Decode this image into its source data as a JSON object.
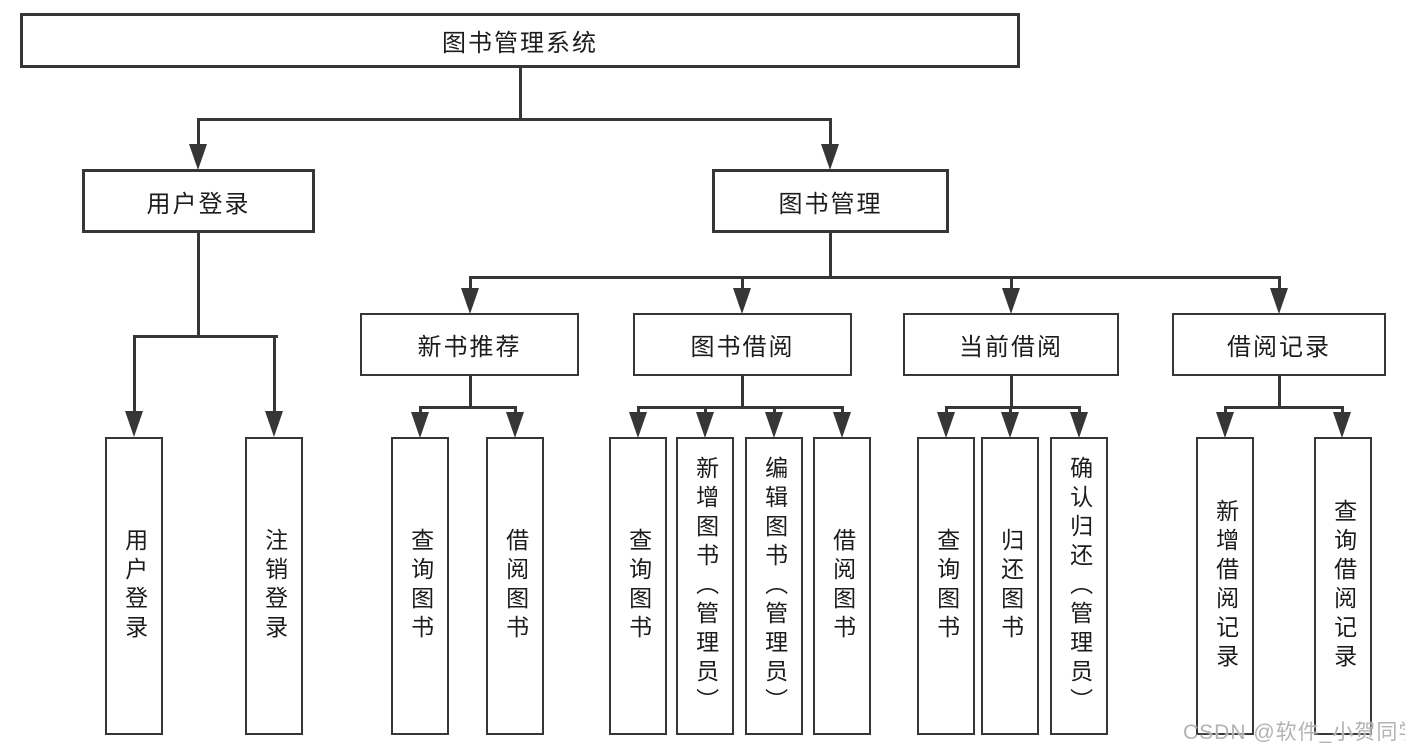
{
  "diagram": {
    "root": {
      "label": "图书管理系统"
    },
    "branches": [
      {
        "label": "用户登录",
        "children": [
          {
            "label": "用户登录"
          },
          {
            "label": "注销登录"
          }
        ]
      },
      {
        "label": "图书管理",
        "children": [
          {
            "label": "新书推荐",
            "children": [
              {
                "label": "查询图书"
              },
              {
                "label": "借阅图书"
              }
            ]
          },
          {
            "label": "图书借阅",
            "children": [
              {
                "label": "查询图书"
              },
              {
                "label": "新增图书（管理员）"
              },
              {
                "label": "编辑图书（管理员）"
              },
              {
                "label": "借阅图书"
              }
            ]
          },
          {
            "label": "当前借阅",
            "children": [
              {
                "label": "查询图书"
              },
              {
                "label": "归还图书"
              },
              {
                "label": "确认归还（管理员）"
              }
            ]
          },
          {
            "label": "借阅记录",
            "children": [
              {
                "label": "新增借阅记录"
              },
              {
                "label": "查询借阅记录"
              }
            ]
          }
        ]
      }
    ]
  },
  "watermark": {
    "text": "CSDN @软件_小贺同学"
  },
  "colors": {
    "line": "#363636",
    "text": "#1c1c1c",
    "watermark": "#b3b3b3",
    "background": "#ffffff"
  }
}
